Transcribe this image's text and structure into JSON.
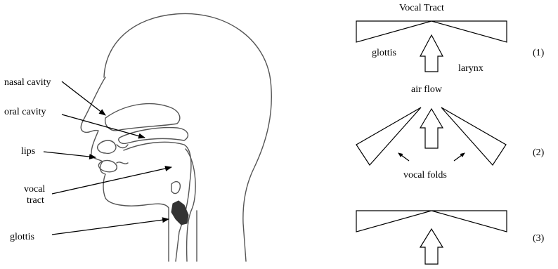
{
  "head_labels": {
    "nasal_cavity": "nasal cavity",
    "oral_cavity": "oral cavity",
    "lips": "lips",
    "vocal_tract_line1": "vocal",
    "vocal_tract_line2": "tract",
    "glottis": "glottis"
  },
  "glottis_diagram": {
    "title": "Vocal Tract",
    "glottis_label": "glottis",
    "larynx_label": "larynx",
    "air_flow_label": "air flow",
    "vocal_folds_label": "vocal folds",
    "stage_labels": [
      "(1)",
      "(2)",
      "(3)"
    ]
  },
  "colors": {
    "line": "#000000",
    "head_outline": "#555555",
    "glottis_fill": "#333333"
  }
}
